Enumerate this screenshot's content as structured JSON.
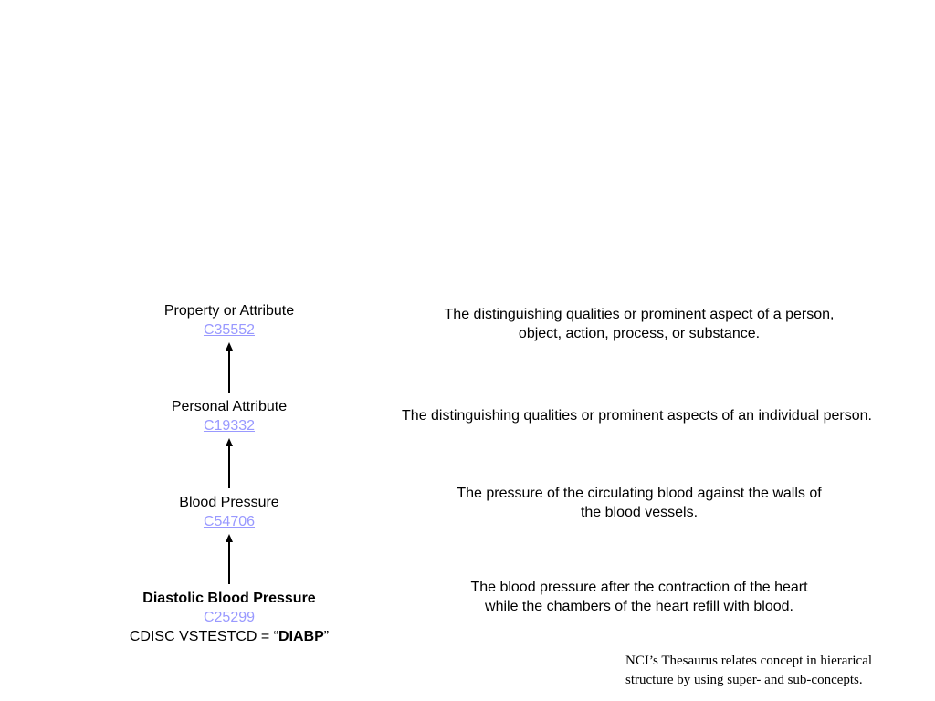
{
  "nodes": [
    {
      "label": "Property or Attribute",
      "code": " C35552"
    },
    {
      "label": "Personal Attribute",
      "code": "C19332 "
    },
    {
      "label": "Blood Pressure",
      "code": "C54706 "
    },
    {
      "label": "Diastolic Blood Pressure",
      "code": "C25299 ",
      "extra_prefix": "CDISC VSTESTCD = “",
      "extra_value": "DIABP",
      "extra_suffix": "”"
    }
  ],
  "definitions": [
    {
      "line1": "The distinguishing qualities or prominent aspect of a person,",
      "line2": "object, action, process, or substance."
    },
    {
      "line1": "The distinguishing qualities or prominent aspects of an individual person.",
      "line2": ""
    },
    {
      "line1": "The pressure of the circulating blood against the walls of",
      "line2": "the blood vessels."
    },
    {
      "line1": "The blood pressure after the contraction of the heart",
      "line2": "while the chambers of the heart refill with blood."
    }
  ],
  "note": {
    "line1": "NCI’s Thesaurus relates concept in hierarical",
    "line2": "structure by using super- and sub-concepts."
  },
  "colors": {
    "link": "#9999ff",
    "text": "#000000",
    "background": "#ffffff"
  }
}
